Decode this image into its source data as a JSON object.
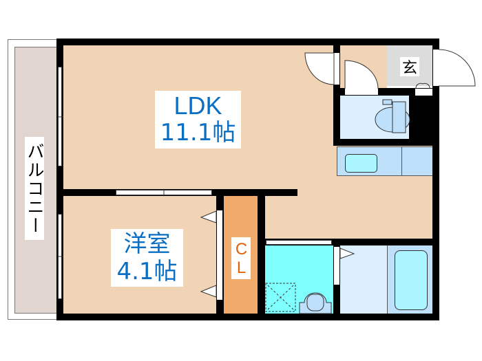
{
  "floorplan": {
    "rooms": [
      {
        "id": "ldk",
        "name": "LDK",
        "size": "11.1帖",
        "color": "#f1d3b6"
      },
      {
        "id": "western",
        "name": "洋室",
        "size": "4.1帖",
        "color": "#f1d3b6"
      },
      {
        "id": "closet",
        "name": "CL",
        "color": "#f0aa6a"
      },
      {
        "id": "balcony",
        "name": "バルコニー",
        "color": "#e0d6cf"
      },
      {
        "id": "entrance",
        "name": "玄",
        "color": "#dcdcdc"
      },
      {
        "id": "toilet",
        "color": "#dcefff"
      },
      {
        "id": "kitchen",
        "color": "#bfe0fb"
      },
      {
        "id": "washroom",
        "color": "#80ffff"
      },
      {
        "id": "bathroom",
        "color": "#bfe0fb"
      }
    ],
    "colors": {
      "wall": "#000000",
      "text_blue": "#0a6fc2",
      "text_orange": "#e0620a",
      "text_black": "#000000"
    }
  }
}
